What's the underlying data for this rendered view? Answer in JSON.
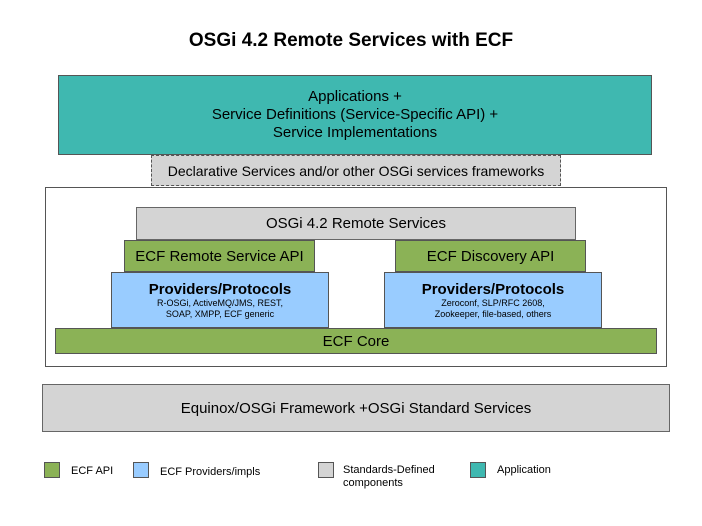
{
  "title": "OSGi 4.2 Remote Services with ECF",
  "application_box": {
    "line1": "Applications +",
    "line2": "Service Definitions (Service-Specific API) +",
    "line3": "Service Implementations"
  },
  "declarative_services": "Declarative Services and/or other OSGi services frameworks",
  "osgi_remote_services": "OSGi 4.2 Remote Services",
  "ecf_remote_service_api": "ECF Remote Service API",
  "ecf_discovery_api": "ECF Discovery API",
  "providers_left": {
    "title": "Providers/Protocols",
    "line1": "R-OSGi, ActiveMQ/JMS, REST,",
    "line2": "SOAP, XMPP, ECF generic"
  },
  "providers_right": {
    "title": "Providers/Protocols",
    "line1": "Zeroconf, SLP/RFC 2608,",
    "line2": "Zookeeper, file-based, others"
  },
  "ecf_core": "ECF Core",
  "framework": "Equinox/OSGi Framework +OSGi Standard Services",
  "legend": [
    {
      "label": "ECF API",
      "color": "#8bb256"
    },
    {
      "label": "ECF Providers/impls",
      "color": "#99ccff"
    },
    {
      "label": "Standards-Defined",
      "label2": "components",
      "color": "#d4d4d4"
    },
    {
      "label": "Application",
      "color": "#3fb8b0"
    }
  ]
}
